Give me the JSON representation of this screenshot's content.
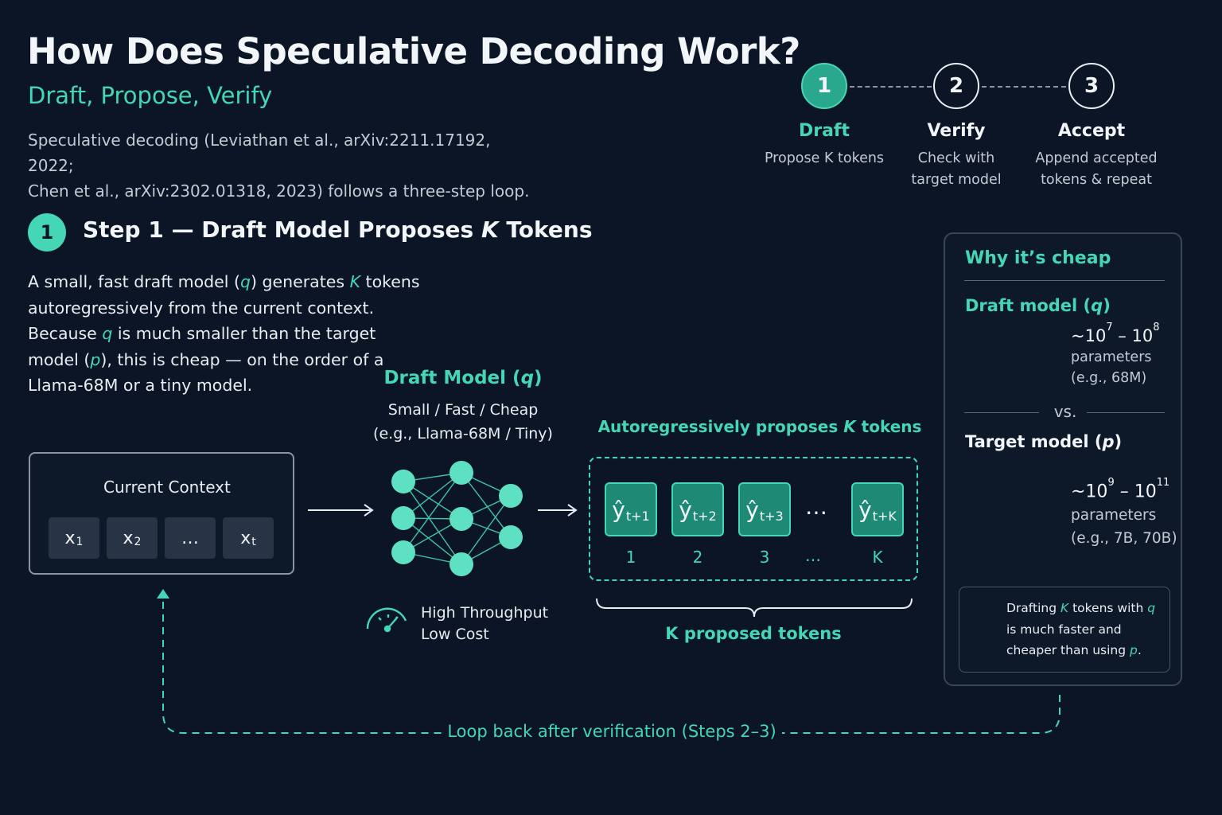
{
  "header": {
    "title": "How Does Speculative Decoding Work?",
    "subtitle": "Draft, Propose, Verify",
    "intro_line1": "Speculative decoding (Leviathan et al., arXiv:2211.17192, 2022;",
    "intro_line2": "Chen et al., arXiv:2302.01318, 2023) follows a three-step loop."
  },
  "stepper": {
    "steps": [
      {
        "num": "1",
        "label": "Draft",
        "desc_line1": "Propose K tokens",
        "desc_line2": ""
      },
      {
        "num": "2",
        "label": "Verify",
        "desc_line1": "Check with",
        "desc_line2": "target model"
      },
      {
        "num": "3",
        "label": "Accept",
        "desc_line1": "Append accepted",
        "desc_line2": "tokens & repeat"
      }
    ]
  },
  "step1": {
    "badge": "1",
    "title_prefix": "Step 1 — Draft Model Proposes ",
    "title_var": "K",
    "title_suffix": " Tokens",
    "body": {
      "t1": "A small, fast draft model (",
      "v1": "q",
      "t2": ") generates ",
      "v2": "K",
      "t3": " tokens autoregressively from the current context. Because ",
      "v3": "q",
      "t4": " is much smaller than the target model (",
      "v4": "p",
      "t5": "), this is cheap — on the order of a Llama-68M or a tiny model."
    }
  },
  "context": {
    "title": "Current Context",
    "tokens": [
      {
        "base": "x",
        "sub": "1"
      },
      {
        "base": "x",
        "sub": "2"
      },
      {
        "base": "…",
        "sub": ""
      },
      {
        "base": "x",
        "sub": "t"
      }
    ]
  },
  "draft_model": {
    "title_prefix": "Draft Model (",
    "title_var": "q",
    "title_suffix": ")",
    "sub1": "Small / Fast / Cheap",
    "sub2": "(e.g., Llama-68M / Tiny)",
    "perf1": "High Throughput",
    "perf2": "Low Cost"
  },
  "proposals": {
    "label_prefix": "Autoregressively proposes ",
    "label_var": "K",
    "label_suffix": " tokens",
    "tokens": [
      {
        "base": "ŷ",
        "sub": "t+1",
        "index": "1"
      },
      {
        "base": "ŷ",
        "sub": "t+2",
        "index": "2"
      },
      {
        "base": "ŷ",
        "sub": "t+3",
        "index": "3"
      },
      {
        "base": "ŷ",
        "sub": "t+K",
        "index": "K"
      }
    ],
    "ellipsis": "…",
    "bracket_label": "K proposed tokens"
  },
  "side_panel": {
    "title": "Why it’s cheap",
    "draft_label_prefix": "Draft model (",
    "draft_label_var": "q",
    "draft_label_suffix": ")",
    "draft_params_base1": "~10",
    "draft_params_exp1": "7",
    "draft_params_mid": " – 10",
    "draft_params_exp2": "8",
    "draft_params_line2": "parameters",
    "draft_params_line3": "(e.g., 68M)",
    "vs": "vs.",
    "target_label_prefix": "Target model (",
    "target_label_var": "p",
    "target_label_suffix": ")",
    "target_params_base1": "~10",
    "target_params_exp1": "9",
    "target_params_mid": " – 10",
    "target_params_exp2": "11",
    "target_params_line2": "parameters",
    "target_params_line3": "(e.g., 7B, 70B)",
    "note": {
      "t1": "Drafting ",
      "v1": "K",
      "t2": " tokens with ",
      "v2": "q",
      "t3": " is much faster and cheaper than using ",
      "v3": "p",
      "t4": "."
    }
  },
  "loop": {
    "label": "Loop back after verification (Steps 2–3)"
  },
  "colors": {
    "background": "#0b1526",
    "accent": "#45d6b5",
    "token_fill": "#1e8a75",
    "context_token": "#263445",
    "text": "#e8edf2"
  }
}
